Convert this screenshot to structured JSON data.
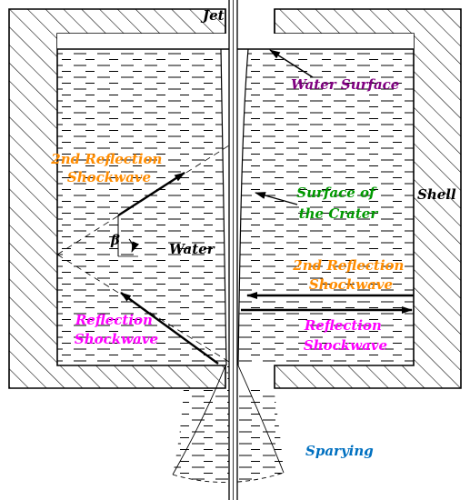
{
  "labels": {
    "jet": "Jet",
    "shell": "Shell",
    "water_surface": "Water Surface",
    "water": "Water",
    "crater_line1": "Surface of",
    "crater_line2": "the Crater",
    "second_reflection_left_line1": "2nd Reflection",
    "second_reflection_left_line2": "Shockwave",
    "second_reflection_right_line1": "2nd Reflection",
    "second_reflection_right_line2": "Shockwave",
    "reflection_left_line1": "Reflection",
    "reflection_left_line2": "Shockwave",
    "reflection_right_line1": "Reflection",
    "reflection_right_line2": "Shockwave",
    "beta": "β",
    "spraying": "Sparying"
  },
  "colors": {
    "water_surface": "#800080",
    "second_reflection": "#ff8c00",
    "crater": "#009900",
    "reflection": "#ff00ff",
    "spraying": "#0070c0",
    "ink": "#000000"
  },
  "icons": {
    "arrow": "arrowhead"
  }
}
